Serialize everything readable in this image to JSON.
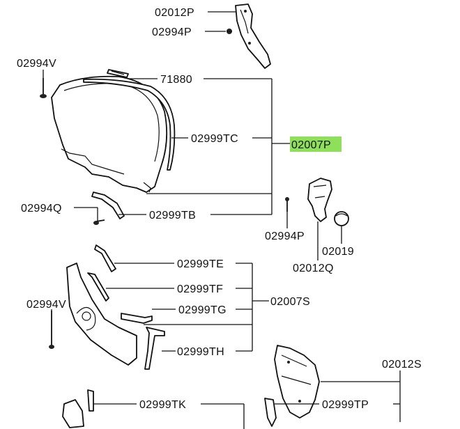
{
  "diagram": {
    "highlight_color": "#8ee05a",
    "labels": {
      "p02012P": "02012P",
      "p02994P_top": "02994P",
      "p02994V_top": "02994V",
      "p71880": "71880",
      "p02999TC": "02999TC",
      "p02007P": "02007P",
      "p02994Q": "02994Q",
      "p02999TB": "02999TB",
      "p02994P_mid": "02994P",
      "p02019": "02019",
      "p02012Q": "02012Q",
      "p02999TE": "02999TE",
      "p02999TF": "02999TF",
      "p02994V_mid": "02994V",
      "p02999TG": "02999TG",
      "p02007S": "02007S",
      "p02999TH": "02999TH",
      "p02012S": "02012S",
      "p02999TK": "02999TK",
      "p02999TP": "02999TP"
    }
  }
}
